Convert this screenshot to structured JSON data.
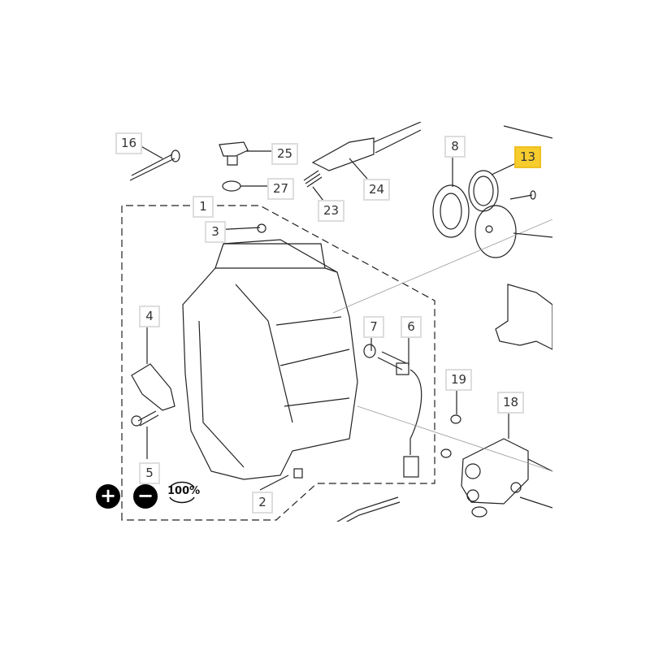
{
  "diagram": {
    "callouts": [
      {
        "id": "16",
        "label": "16"
      },
      {
        "id": "25",
        "label": "25"
      },
      {
        "id": "27",
        "label": "27"
      },
      {
        "id": "23",
        "label": "23"
      },
      {
        "id": "24",
        "label": "24"
      },
      {
        "id": "8",
        "label": "8"
      },
      {
        "id": "13",
        "label": "13",
        "highlighted": true
      },
      {
        "id": "1",
        "label": "1"
      },
      {
        "id": "3",
        "label": "3"
      },
      {
        "id": "4",
        "label": "4"
      },
      {
        "id": "7",
        "label": "7"
      },
      {
        "id": "6",
        "label": "6"
      },
      {
        "id": "19",
        "label": "19"
      },
      {
        "id": "18",
        "label": "18"
      },
      {
        "id": "5",
        "label": "5"
      },
      {
        "id": "2",
        "label": "2"
      }
    ],
    "highlight_color": "#f7cd2e"
  },
  "controls": {
    "zoom_in_icon": "+",
    "zoom_out_icon": "−",
    "reset_label": "100%"
  }
}
